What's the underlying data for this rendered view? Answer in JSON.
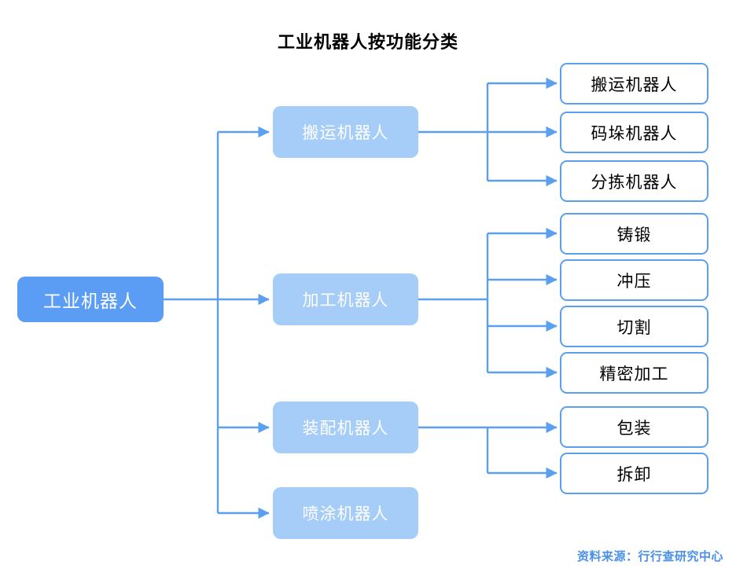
{
  "title": "工业机器人按功能分类",
  "source": "资料来源：行行查研究中心",
  "colors": {
    "root_fill": "#5b9cf5",
    "level2_fill": "#a6cdf7",
    "level3_border": "#5ba0f0",
    "connector": "#5ba0f0",
    "source_text": "#4a90e8",
    "title_text": "#000000"
  },
  "root": {
    "label": "工业机器人"
  },
  "branches": [
    {
      "label": "搬运机器人",
      "children": [
        {
          "label": "搬运机器人"
        },
        {
          "label": "码垛机器人"
        },
        {
          "label": "分拣机器人"
        }
      ]
    },
    {
      "label": "加工机器人",
      "children": [
        {
          "label": "铸锻"
        },
        {
          "label": "冲压"
        },
        {
          "label": "切割"
        },
        {
          "label": "精密加工"
        }
      ]
    },
    {
      "label": "装配机器人",
      "children": [
        {
          "label": "包装"
        },
        {
          "label": "拆卸"
        }
      ]
    },
    {
      "label": "喷涂机器人",
      "children": []
    }
  ]
}
